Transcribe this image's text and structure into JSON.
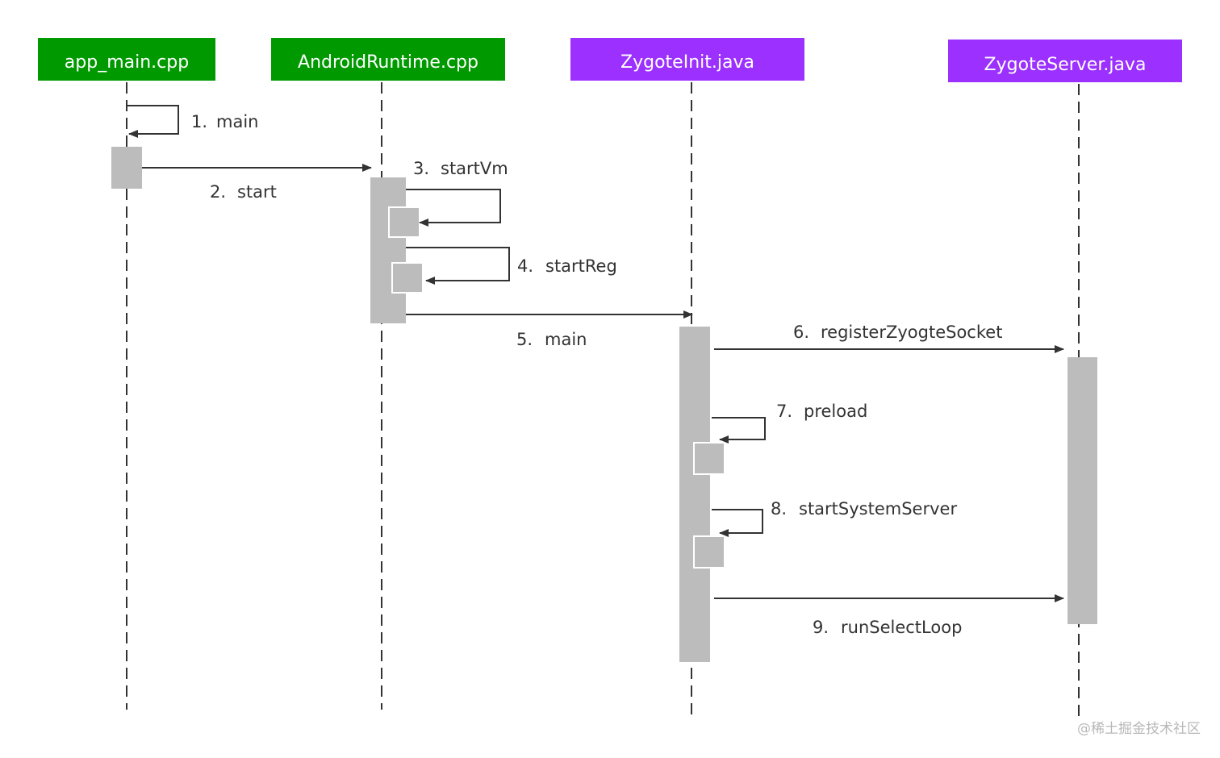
{
  "colors": {
    "cpp_header": "#009a00",
    "java_header": "#9b30ff",
    "activation": "#bcbcbc",
    "line": "#333333"
  },
  "participants": [
    {
      "id": "app_main",
      "label": "app_main.cpp",
      "color": "#009a00"
    },
    {
      "id": "android_runtime",
      "label": "AndroidRuntime.cpp",
      "color": "#009a00"
    },
    {
      "id": "zygote_init",
      "label": "ZygoteInit.java",
      "color": "#9b30ff"
    },
    {
      "id": "zygote_server",
      "label": "ZygoteServer.java",
      "color": "#9b30ff"
    }
  ],
  "messages": [
    {
      "num": "1.",
      "name": "main",
      "from": "app_main.cpp",
      "to": "app_main.cpp"
    },
    {
      "num": "2.",
      "name": "start",
      "from": "app_main.cpp",
      "to": "AndroidRuntime.cpp"
    },
    {
      "num": "3.",
      "name": "startVm",
      "from": "AndroidRuntime.cpp",
      "to": "AndroidRuntime.cpp"
    },
    {
      "num": "4.",
      "name": "startReg",
      "from": "AndroidRuntime.cpp",
      "to": "AndroidRuntime.cpp"
    },
    {
      "num": "5.",
      "name": "main",
      "from": "AndroidRuntime.cpp",
      "to": "ZygoteInit.java"
    },
    {
      "num": "6.",
      "name": "registerZyogteSocket",
      "from": "ZygoteInit.java",
      "to": "ZygoteServer.java"
    },
    {
      "num": "7.",
      "name": "preload",
      "from": "ZygoteInit.java",
      "to": "ZygoteInit.java"
    },
    {
      "num": "8.",
      "name": "startSystemServer",
      "from": "ZygoteInit.java",
      "to": "ZygoteInit.java"
    },
    {
      "num": "9.",
      "name": "runSelectLoop",
      "from": "ZygoteInit.java",
      "to": "ZygoteServer.java"
    }
  ],
  "watermark": "@稀土掘金技术社区"
}
